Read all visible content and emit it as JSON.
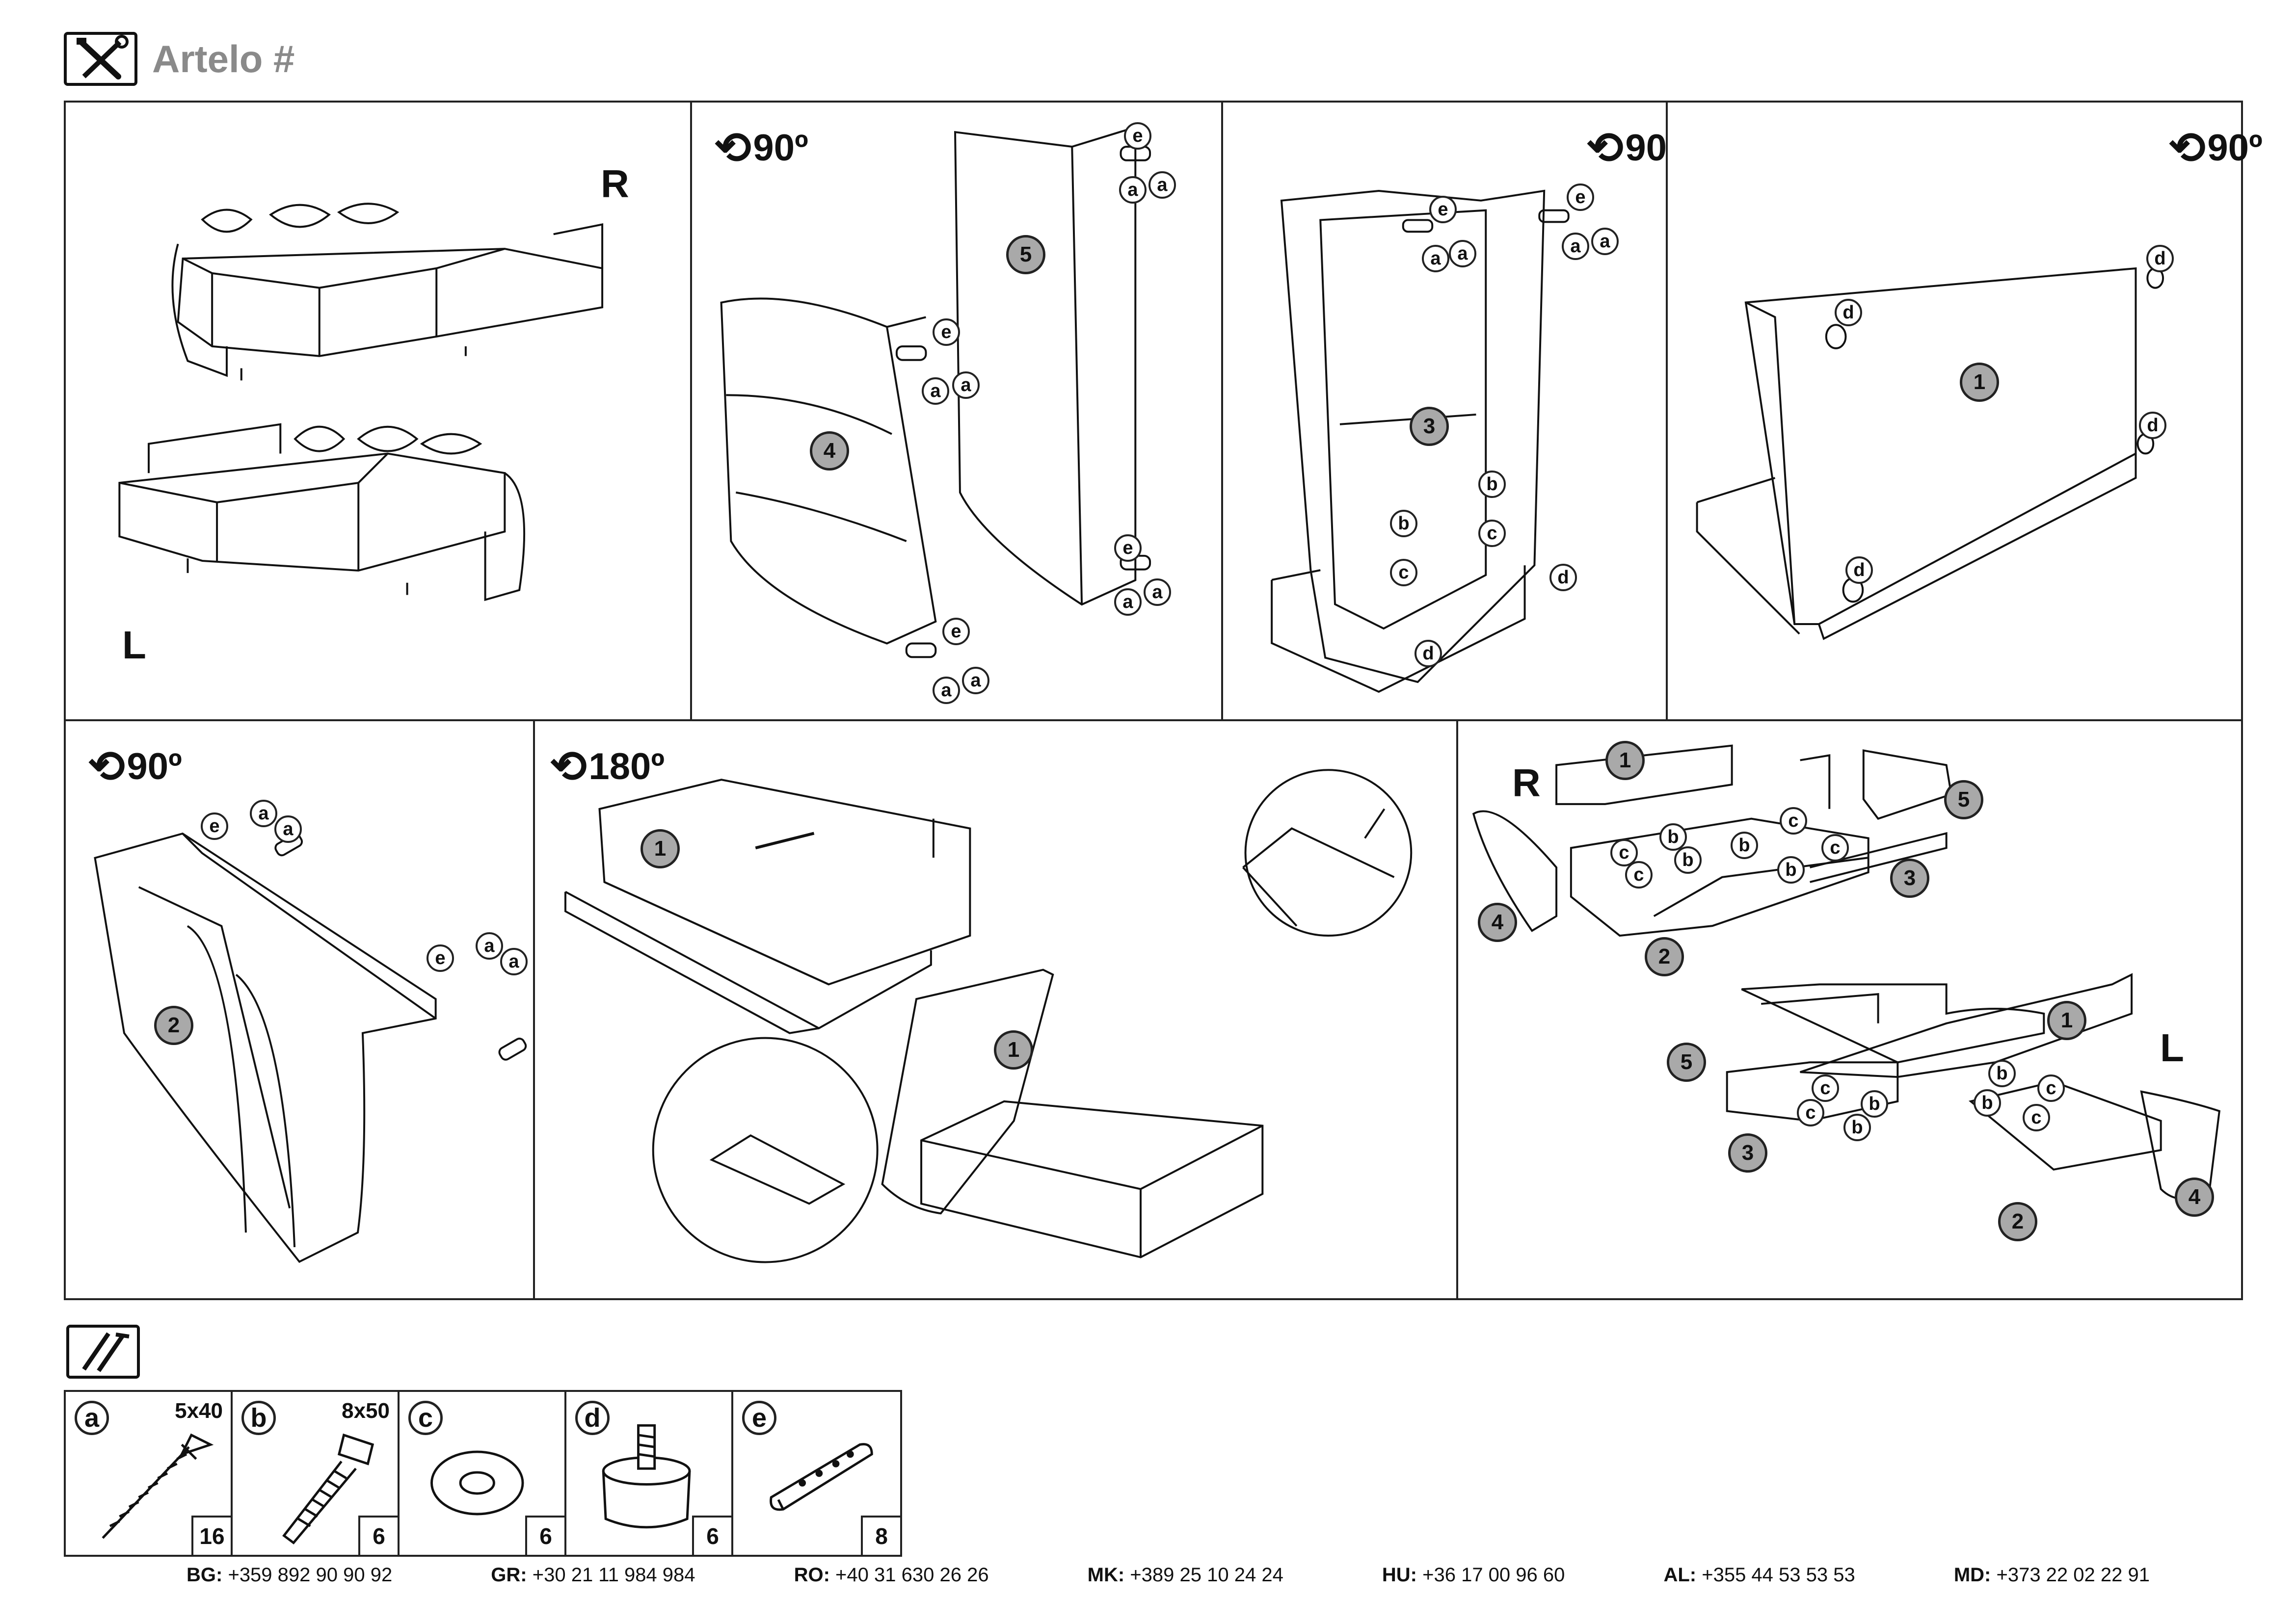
{
  "header": {
    "title": "Artelo #",
    "icon": "tools-icon"
  },
  "panels": {
    "p1": {
      "labels": {
        "right": "R",
        "left": "L"
      }
    },
    "p2": {
      "rotation": "90º",
      "parts": [
        "4",
        "5"
      ],
      "fasteners": [
        "e",
        "a",
        "a",
        "e",
        "a",
        "a",
        "e",
        "a",
        "a",
        "e",
        "a",
        "a"
      ]
    },
    "p3": {
      "rotation": "90º",
      "parts": [
        "3"
      ],
      "fasteners": [
        "e",
        "a",
        "a",
        "e",
        "a",
        "a",
        "b",
        "c",
        "b",
        "c",
        "d",
        "d"
      ]
    },
    "p4": {
      "rotation": "90º",
      "parts": [
        "1"
      ],
      "fasteners": [
        "d",
        "d",
        "d",
        "d"
      ]
    },
    "p5": {
      "rotation": "90º",
      "parts": [
        "2"
      ],
      "fasteners": [
        "e",
        "a",
        "a",
        "e",
        "a",
        "a"
      ]
    },
    "p6": {
      "rotation": "180º",
      "parts": [
        "1",
        "1"
      ]
    },
    "p7": {
      "labels": {
        "right": "R",
        "left": "L"
      },
      "parts": [
        "1",
        "5",
        "4",
        "2",
        "3",
        "1",
        "5",
        "3",
        "2",
        "4"
      ],
      "fasteners": [
        "c",
        "b",
        "c",
        "b",
        "b",
        "c",
        "b",
        "c",
        "c",
        "b",
        "c",
        "b",
        "b",
        "c",
        "b",
        "c"
      ]
    }
  },
  "hardware": {
    "icon": "hardware-icon",
    "items": [
      {
        "letter": "a",
        "size": "5x40",
        "qty": "16",
        "icon": "wood-screw-icon"
      },
      {
        "letter": "b",
        "size": "8x50",
        "qty": "6",
        "icon": "bolt-icon"
      },
      {
        "letter": "c",
        "size": "",
        "qty": "6",
        "icon": "washer-icon"
      },
      {
        "letter": "d",
        "size": "",
        "qty": "6",
        "icon": "furniture-foot-icon"
      },
      {
        "letter": "e",
        "size": "",
        "qty": "8",
        "icon": "connector-bracket-icon"
      }
    ]
  },
  "contacts": [
    {
      "country": "BG:",
      "phone": "+359 892 90 90 92"
    },
    {
      "country": "GR:",
      "phone": "+30 21 11 984 984"
    },
    {
      "country": "RO:",
      "phone": "+40 31 630 26 26"
    },
    {
      "country": "MK:",
      "phone": "+389 25 10 24 24"
    },
    {
      "country": "HU:",
      "phone": "+36 17 00 96 60"
    },
    {
      "country": "AL:",
      "phone": "+355 44 53 53 53"
    },
    {
      "country": "MD:",
      "phone": "+373 22 02 22 91"
    }
  ]
}
